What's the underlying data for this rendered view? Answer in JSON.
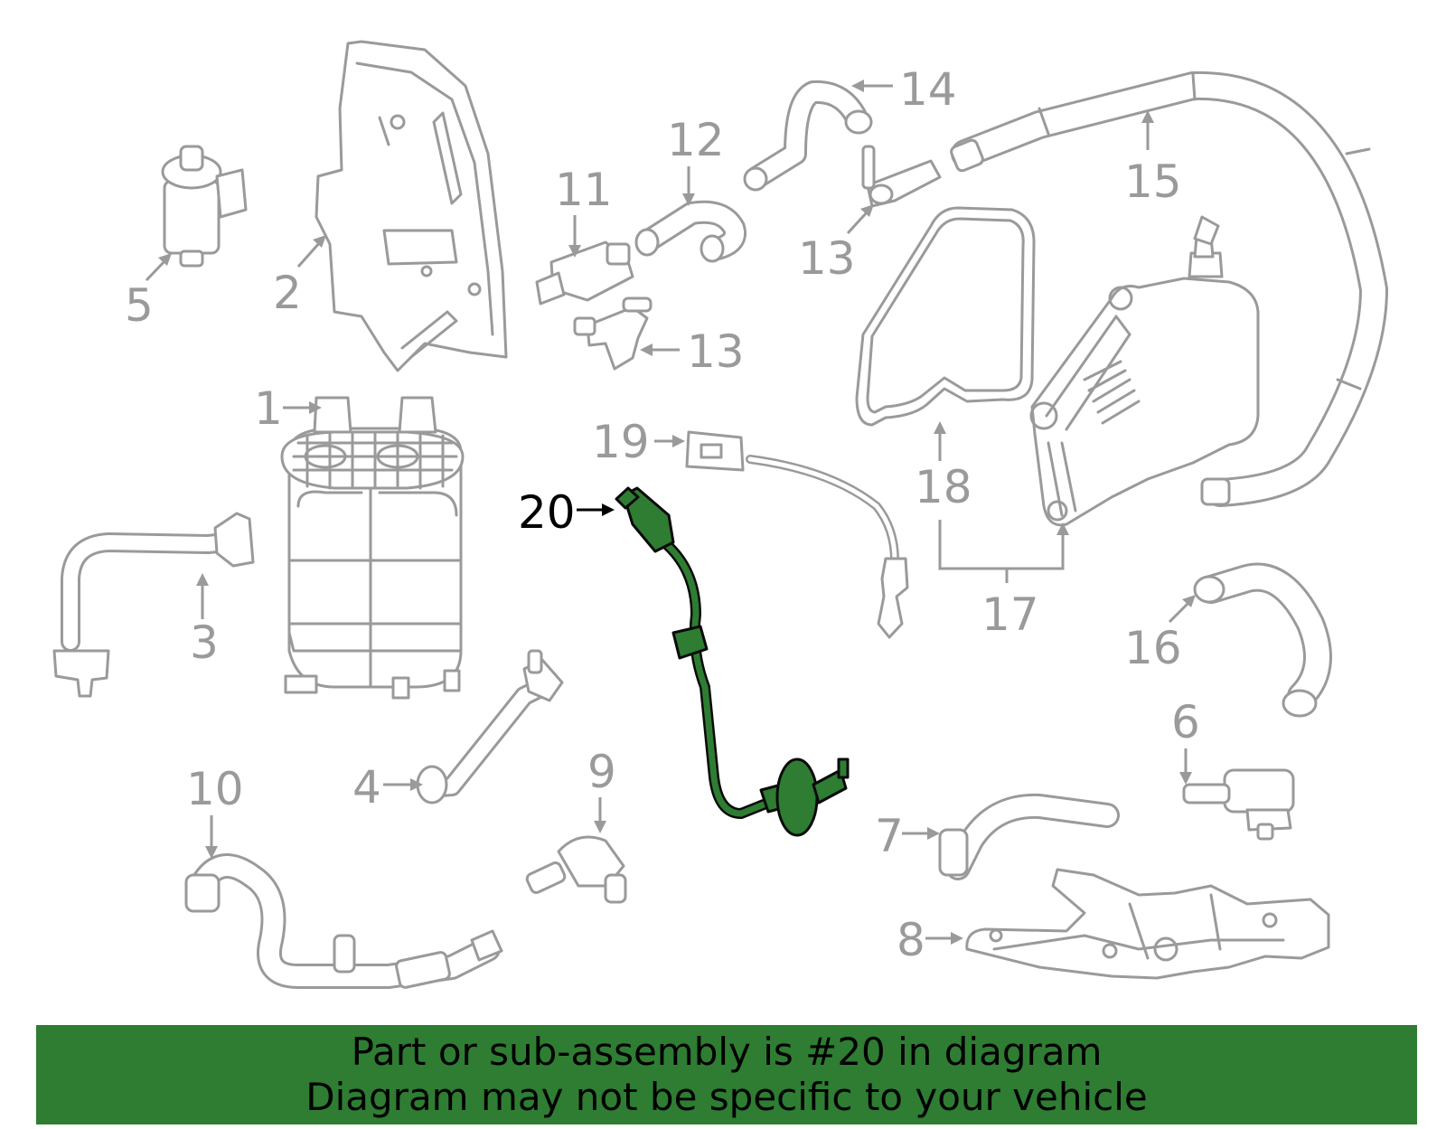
{
  "callouts": {
    "c1": "1",
    "c2": "2",
    "c3": "3",
    "c4": "4",
    "c5": "5",
    "c6": "6",
    "c7": "7",
    "c8": "8",
    "c9": "9",
    "c10": "10",
    "c11": "11",
    "c12": "12",
    "c13a": "13",
    "c13b": "13",
    "c14": "14",
    "c15": "15",
    "c16": "16",
    "c17": "17",
    "c18": "18",
    "c19": "19",
    "c20": "20"
  },
  "highlighted_part": "20",
  "colors": {
    "highlight": "#2e7d32",
    "banner": "#2e7d32",
    "parts": "#9a9a9a"
  },
  "banner": {
    "line1": "Part or sub-assembly is #20 in diagram",
    "line2": "Diagram may not be specific to your vehicle"
  }
}
